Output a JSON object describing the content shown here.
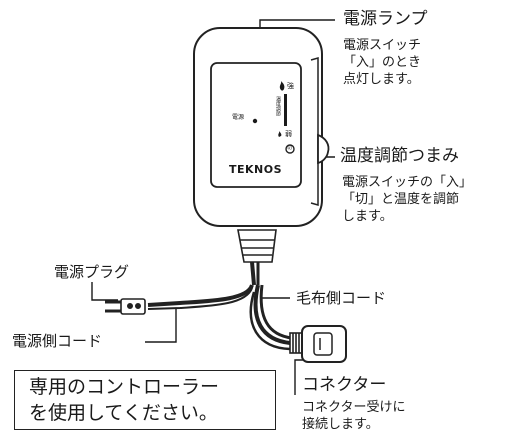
{
  "device": {
    "brand": "TEKNOS",
    "lamp_small": "電源",
    "dial_high": "強",
    "dial_temp": "温度調節",
    "dial_low": "弱",
    "dial_symbol": "切"
  },
  "callouts": {
    "lamp_title": "電源ランプ",
    "lamp_desc": [
      "電源スイッチ",
      "「入」のとき",
      "点灯します。"
    ],
    "knob_title": "温度調節つまみ",
    "knob_desc": [
      "電源スイッチの「入」",
      "「切」と温度を調節",
      "します。"
    ],
    "plug_title": "電源プラグ",
    "blanket_cord": "毛布側コード",
    "power_cord": "電源側コード",
    "connector_title": "コネクター",
    "connector_desc": [
      "コネクター受けに",
      "接続します。"
    ]
  },
  "notice": [
    "専用のコントローラー",
    "を使用してください。"
  ]
}
